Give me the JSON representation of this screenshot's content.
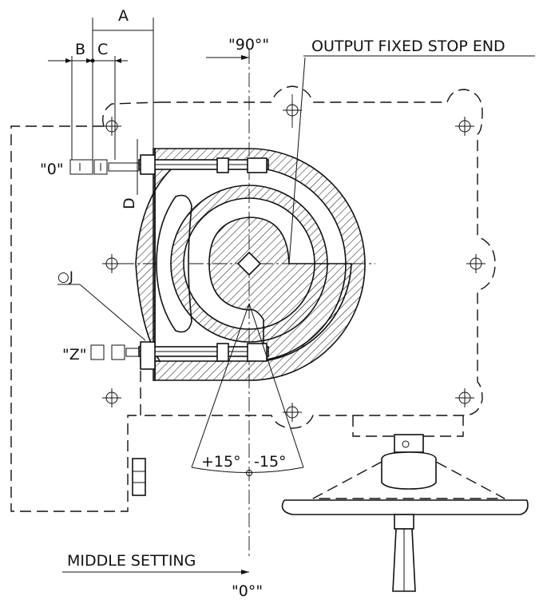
{
  "labels": {
    "dim_a": "A",
    "dim_b": "B",
    "dim_c": "C",
    "dim_d": "D",
    "angle_90": "\"90°\"",
    "output_fixed_stop_end": "OUTPUT FIXED STOP END",
    "position_zero": "\"0\"",
    "position_z": "\"Z\"",
    "item_j": "○J",
    "plus_15": "+15°",
    "minus_15": "-15°",
    "middle_setting": "MIDDLE SETTING",
    "angle_0": "\"0°\""
  }
}
